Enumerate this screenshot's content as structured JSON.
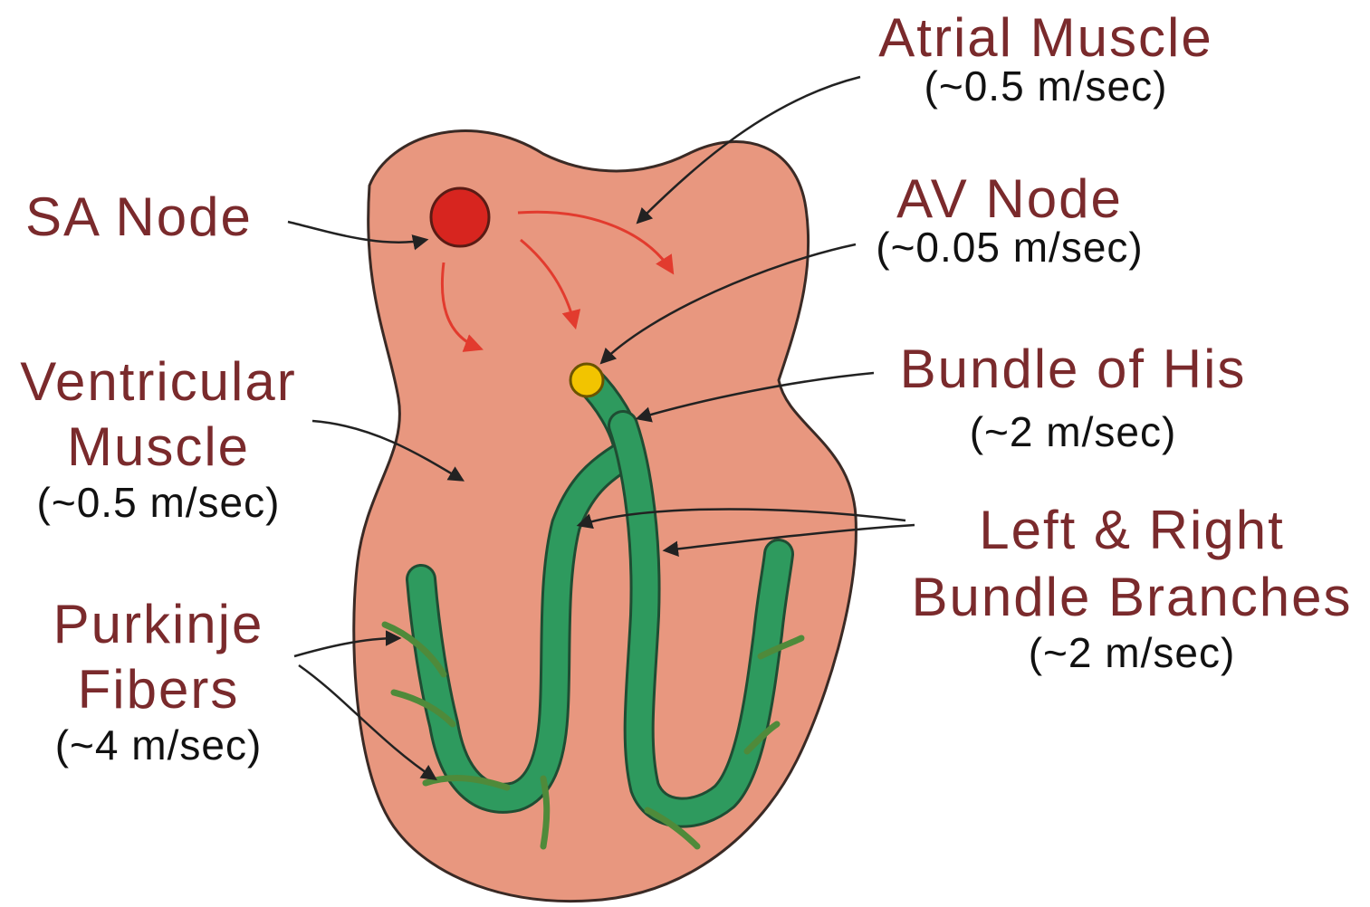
{
  "colors": {
    "heart_fill": "#e8977f",
    "heart_stroke": "#3a2a25",
    "sa_node": "#d7251f",
    "av_node": "#f2c400",
    "bundle_fill": "#2e9a5e",
    "purkinje": "#6aa84f",
    "impulse_arrow": "#e23b2e",
    "label_text": "#7a2a2c",
    "speed_text": "#111111",
    "pointer": "#222222"
  },
  "labels": {
    "atrial_muscle": {
      "name": "Atrial Muscle",
      "speed": "(~0.5 m/sec)"
    },
    "sa_node": {
      "name": "SA Node"
    },
    "av_node": {
      "name": "AV Node",
      "speed": "(~0.05 m/sec)"
    },
    "ventricular_muscle": {
      "name_line1": "Ventricular",
      "name_line2": "Muscle",
      "speed": "(~0.5 m/sec)"
    },
    "bundle_of_his": {
      "name": "Bundle of His",
      "speed": "(~2 m/sec)"
    },
    "bundle_branches": {
      "name_line1": "Left & Right",
      "name_line2": "Bundle Branches",
      "speed": "(~2 m/sec)"
    },
    "purkinje_fibers": {
      "name_line1": "Purkinje",
      "name_line2": "Fibers",
      "speed": "(~4 m/sec)"
    }
  }
}
